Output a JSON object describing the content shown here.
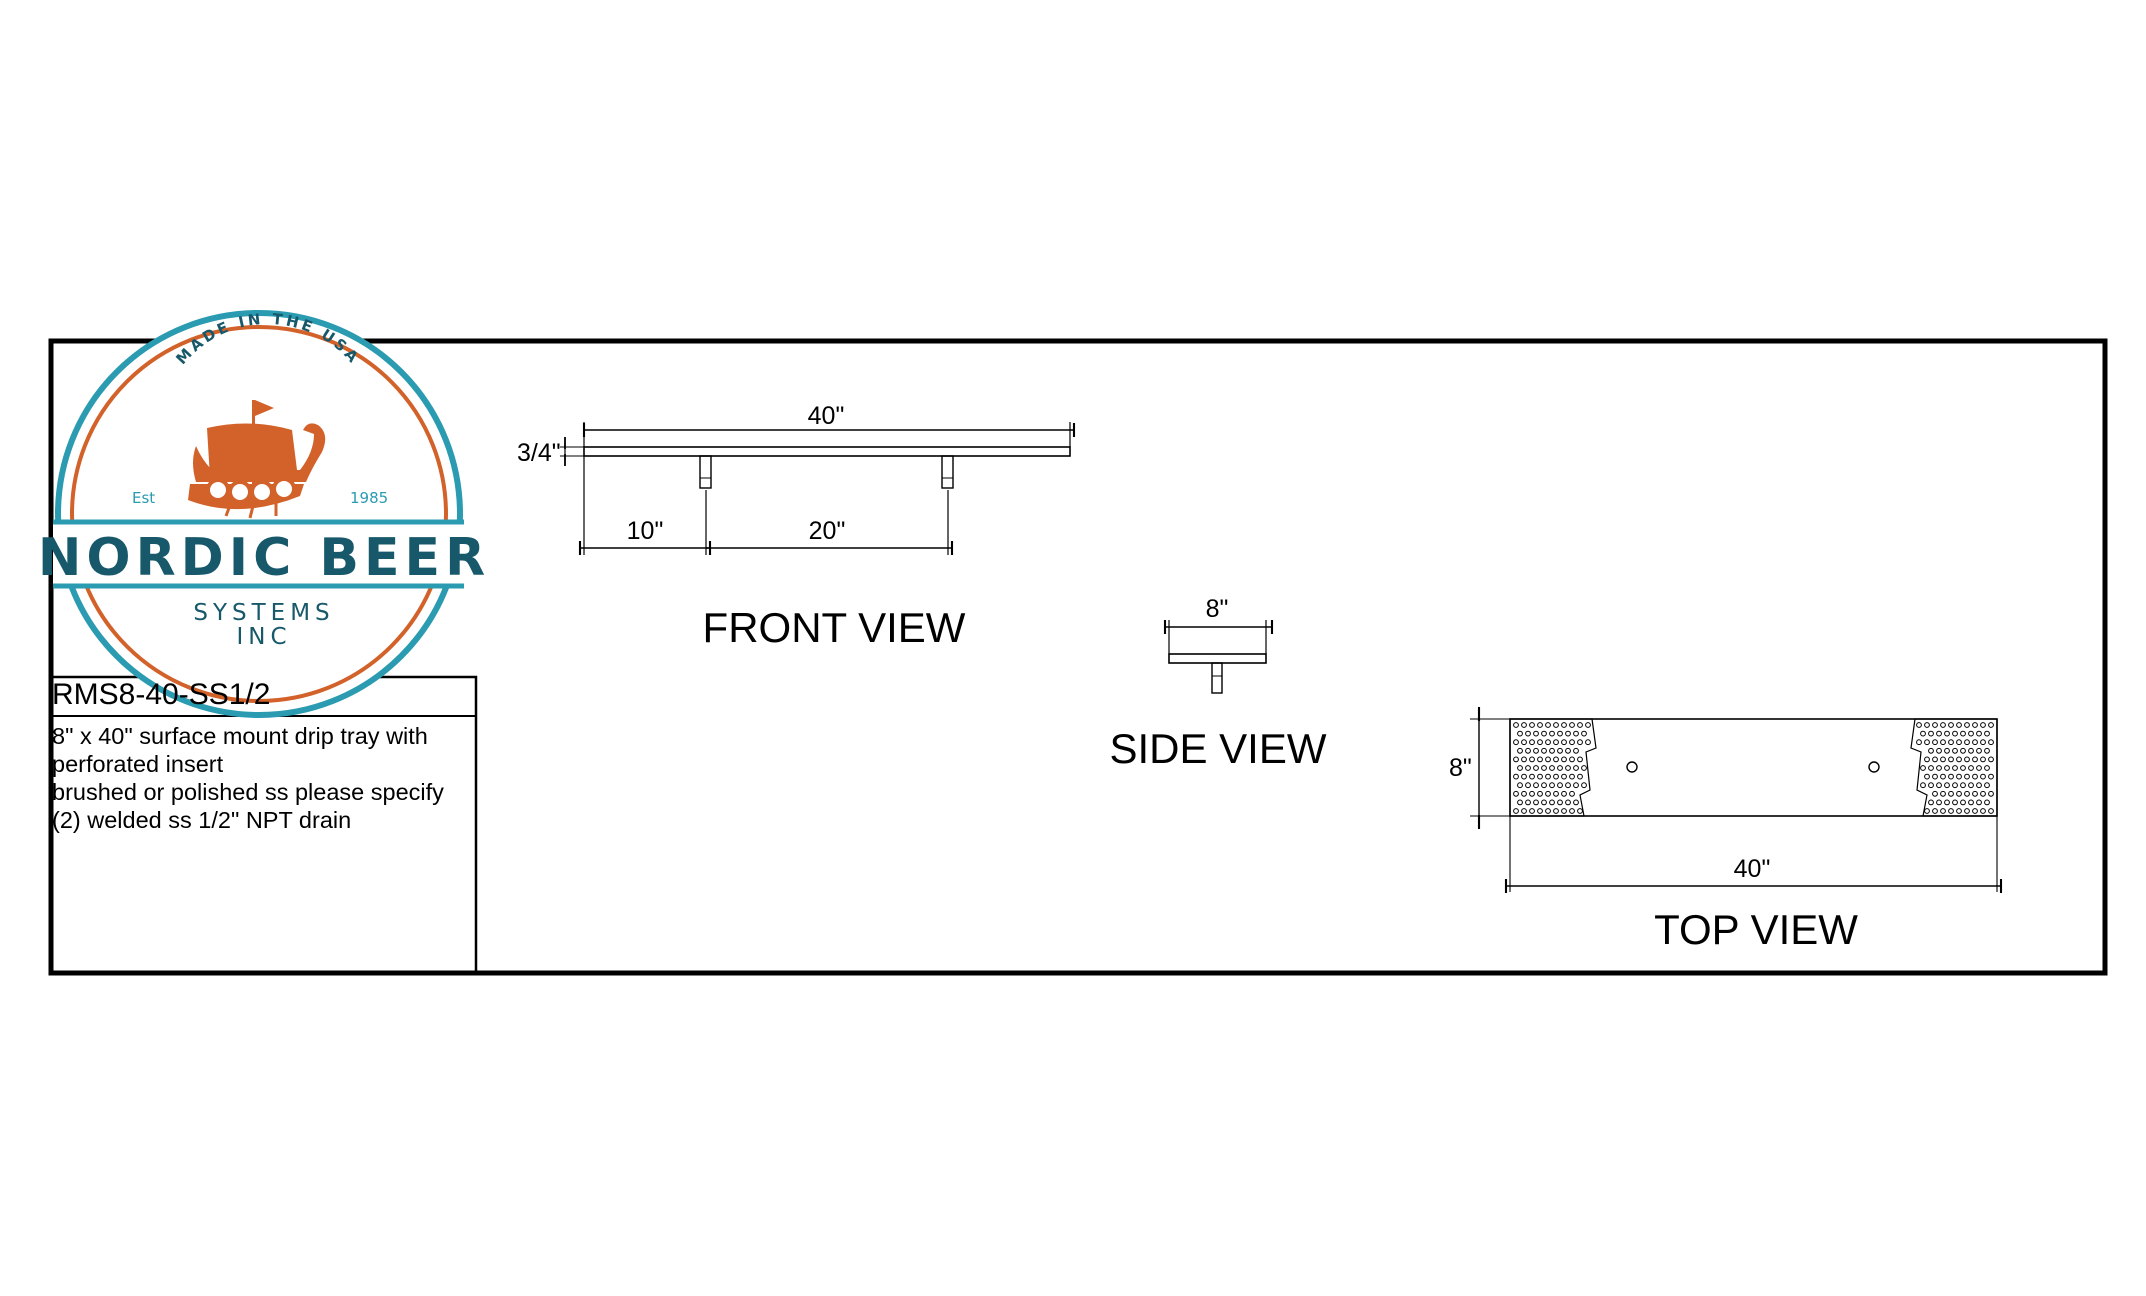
{
  "logo": {
    "arc_text": "MADE IN THE USA",
    "est_label": "Est",
    "year": "1985",
    "name": "NORDIC BEER",
    "sub_line1": "SYSTEMS",
    "sub_line2": "INC",
    "colors": {
      "teal": "#2a9bb0",
      "dark_teal": "#17596b",
      "orange": "#d2622a"
    }
  },
  "title_block": {
    "part_number": "RMS8-40-SS1/2",
    "description_lines": [
      "8\" x 40\" surface mount drip tray with",
      "perforated insert",
      "brushed or polished ss please specify",
      "(2) welded ss 1/2\" NPT drain"
    ]
  },
  "front_view": {
    "label": "FRONT VIEW",
    "dim_length": "40\"",
    "dim_height": "3/4\"",
    "dim_drain_offset": "10\"",
    "dim_drain_spacing": "20\""
  },
  "side_view": {
    "label": "SIDE VIEW",
    "dim_width": "8\""
  },
  "top_view": {
    "label": "TOP VIEW",
    "dim_width": "8\"",
    "dim_length": "40\""
  }
}
